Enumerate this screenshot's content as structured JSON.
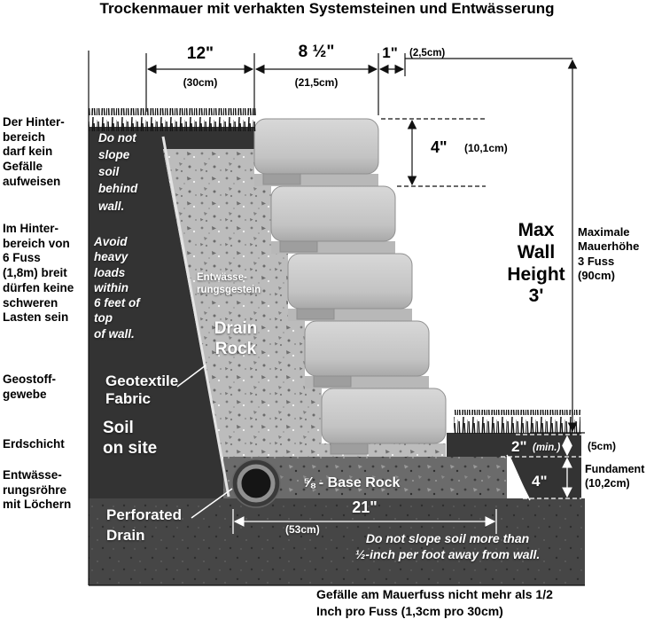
{
  "title": "Trockenmauer mit verhakten Systemsteinen und Entwässerung",
  "left_annotations": {
    "no_slope": "Der Hinter-\nbereich\ndarf kein\nGefälle\naufweisen",
    "no_loads": "Im Hinter-\nbereich von\n6 Fuss\n(1,8m) breit\ndürfen keine\nschweren\nLasten sein",
    "geotextile": "Geostoff-\ngewebe",
    "soil_layer": "Erdschicht",
    "drain_pipe": "Entwässe-\nrungsröhre\nmit Löchern"
  },
  "diagram_labels": {
    "no_slope_en": "Do not\nslope\nsoil\nbehind\nwall.",
    "no_loads_en": "Avoid\nheavy\nloads\nwithin\n6 feet of\ntop\nof wall.",
    "drain_rock_de": "Entwässe-\nrungsgestein",
    "drain_rock_en": "Drain\nRock",
    "geotextile_en": "Geotextile\nFabric",
    "soil_en": "Soil\non site",
    "perforated_drain_en": "Perforated\nDrain",
    "base_rock": "⅝ - Base Rock",
    "slope_away_note": "Do not slope soil more than\n½-inch per foot away from wall."
  },
  "dimensions": {
    "top_width": {
      "inches": "12\"",
      "cm": "(30cm)"
    },
    "block_width": {
      "inches": "8 ½\"",
      "cm": "(21,5cm)"
    },
    "setback": {
      "inches": "1\"",
      "cm": "(2,5cm)"
    },
    "block_height": {
      "inches": "4\"",
      "cm": "(10,1cm)"
    },
    "max_height": {
      "en": "Max\nWall\nHeight\n3'",
      "de": "Maximale\nMauerhöhe\n3 Fuss\n(90cm)"
    },
    "burial": {
      "inches": "2\"",
      "min_note": "(min.)",
      "cm": "(5cm)"
    },
    "foundation": {
      "inches": "4\"",
      "label_de": "Fundament\n(10,2cm)"
    },
    "base_width": {
      "inches": "21\"",
      "cm": "(53cm)"
    }
  },
  "footer_note": "Gefälle am Mauerfuss nicht mehr als 1/2\nInch pro Fuss (1,3cm pro 30cm)",
  "colors": {
    "soil": "#333333",
    "rock": "#bcbcbc",
    "base_rock": "#6b6b6b",
    "subsoil": "#464646",
    "block": "#c9c9c9"
  }
}
